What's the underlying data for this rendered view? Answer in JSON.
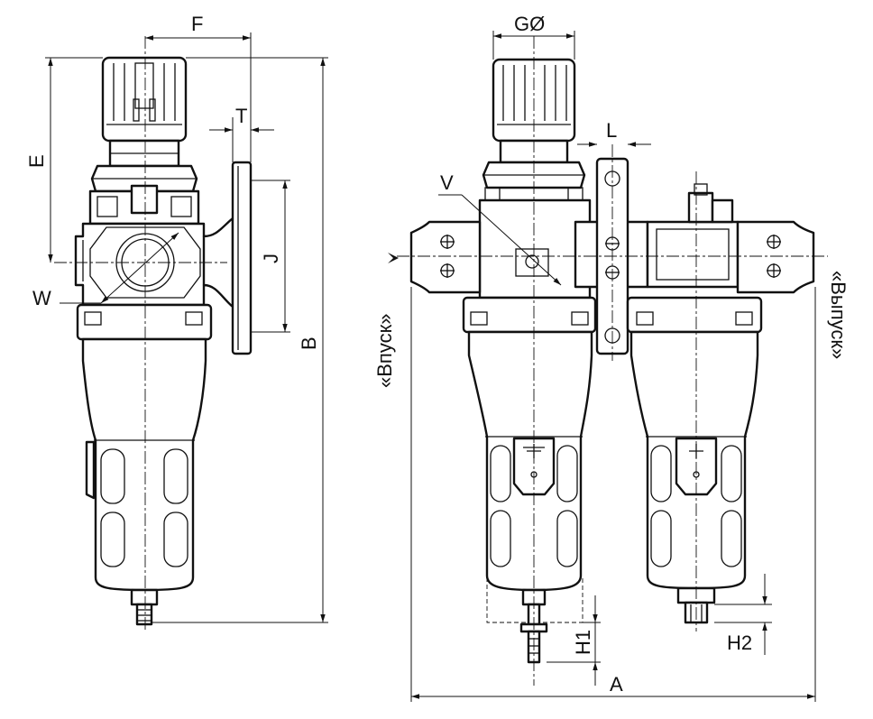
{
  "dimensions": {
    "F": "F",
    "E": "E",
    "T": "T",
    "J": "J",
    "W": "W",
    "B": "B",
    "G": "GØ",
    "L": "L",
    "V": "V",
    "A": "A",
    "H1": "H1",
    "H2": "H2"
  },
  "ports": {
    "inlet": "«Впуск»",
    "outlet": "«Выпуск»"
  }
}
